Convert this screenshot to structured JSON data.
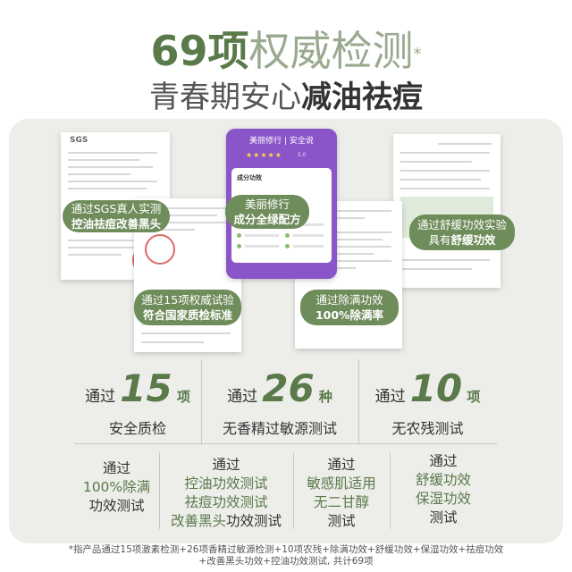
{
  "title": {
    "number": "69项",
    "rest": "权威检测",
    "asterisk": "*"
  },
  "subtitle": {
    "plain": "青春期安心",
    "bold": "减油祛痘"
  },
  "docs": {
    "sgs_logo": "SGS",
    "phone_brand": "美丽修行 | 安全说",
    "phone_stars": "★★★★★",
    "phone_score": "5.0",
    "phone_section": "成分功效"
  },
  "bubbles": {
    "sgs": {
      "line1": "通过SGS真人实测",
      "line2": "控油祛痘改善黑头"
    },
    "meili": {
      "line1": "美丽修行",
      "line2": "成分全绿配方"
    },
    "soothe": {
      "line1": "通过舒缓功效实验",
      "line2_a": "具有",
      "line2_b": "舒缓功效"
    },
    "national": {
      "line1": "通过15项权威试验",
      "line2": "符合国家质检标准"
    },
    "mite": {
      "line1": "通过除满功效",
      "line2": "100%除满率"
    }
  },
  "stats": {
    "safety": {
      "pass": "通过",
      "num": "15",
      "unit": "项",
      "label": "安全质检"
    },
    "fragrance": {
      "pass": "通过",
      "num": "26",
      "unit": "种",
      "label": "无香精过敏源测试"
    },
    "pesticide": {
      "pass": "通过",
      "num": "10",
      "unit": "项",
      "label": "无农残测试"
    }
  },
  "row2": {
    "mite": {
      "l1": "通过",
      "l2": "100%除满",
      "l3": "功效测试"
    },
    "oil": {
      "l1": "通过",
      "l2": "控油功效测试",
      "l3": "祛痘功效测试",
      "l4a": "改善黑头",
      "l4b": "功效测试"
    },
    "sensitive": {
      "l1": "通过",
      "l2": "敏感肌适用",
      "l3": "无二甘醇",
      "l4": "测试"
    },
    "soothe": {
      "l1": "通过",
      "l2": "舒缓功效",
      "l3": "保湿功效",
      "l4": "测试"
    }
  },
  "footnote": {
    "line1": "*指产品通过15项激素检测+26项香精过敏源检测+10项农残+除满功效+舒缓功效+保湿功效+祛痘功效",
    "line2": "+改善黑头功效+控油功效测试, 共计69项"
  },
  "colors": {
    "accent": "#5a7a4a",
    "bubble": "#6f8c5b",
    "panel": "#ededea",
    "phone": "#8a55c8"
  }
}
